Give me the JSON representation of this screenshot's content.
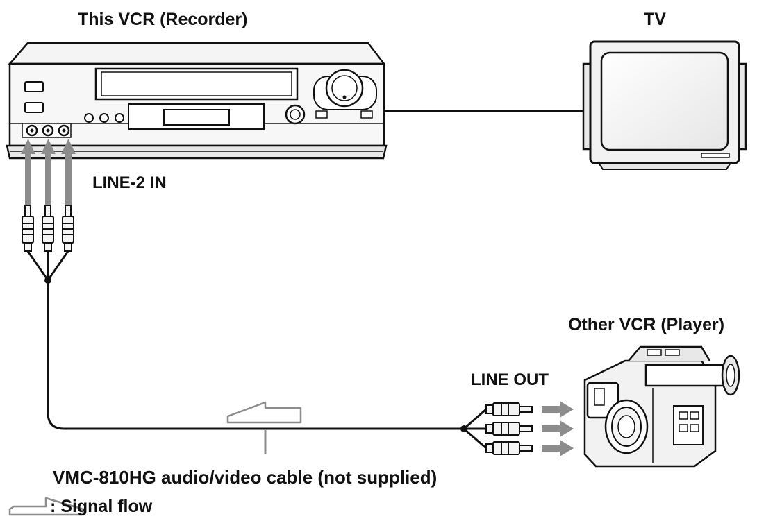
{
  "labels": {
    "recorder": "This VCR (Recorder)",
    "tv": "TV",
    "line_in": "LINE-2 IN",
    "player": "Other VCR (Player)",
    "line_out": "LINE OUT",
    "cable": "VMC-810HG audio/video cable (not supplied)",
    "legend": ": Signal flow"
  },
  "colors": {
    "ink": "#111111",
    "signal_arrow": "#8c8c8c",
    "body_fill": "#f2f2f2"
  },
  "icons": {
    "recorder": "vcr-icon",
    "tv": "television-icon",
    "player": "camcorder-icon",
    "signal_flow": "hollow-arrow-icon"
  }
}
